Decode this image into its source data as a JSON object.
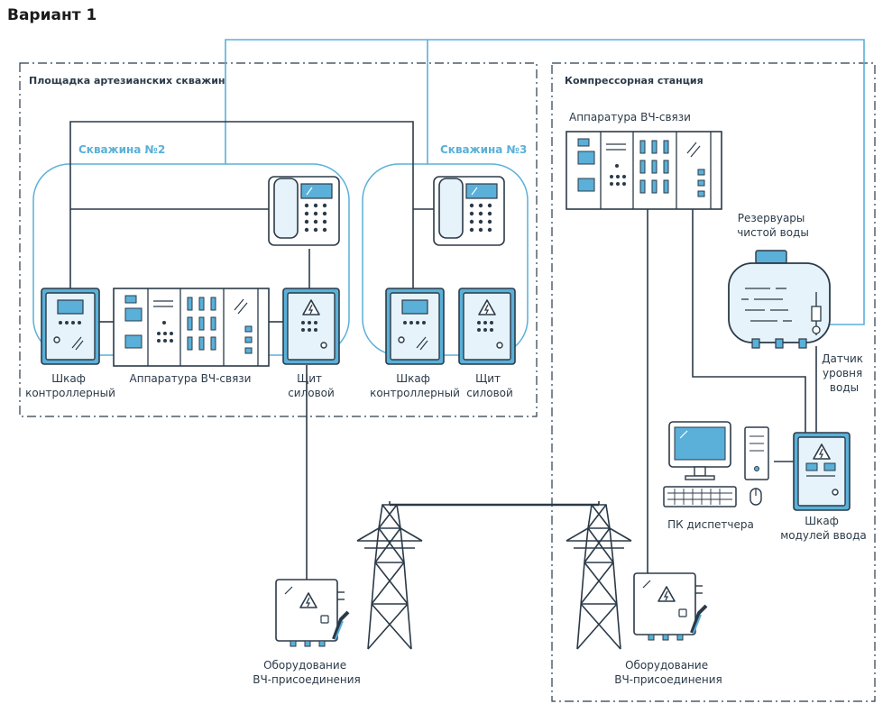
{
  "title": "Вариант 1",
  "zones": {
    "wells_site": "Площадка артезианских скважин",
    "compressor": "Компрессорная станция"
  },
  "wells": {
    "w2": "Скважина №2",
    "w3": "Скважина №3"
  },
  "labels": {
    "cab_ctrl_1": [
      "Шкаф",
      "контроллерный"
    ],
    "hf_equipment_1": "Аппаратура ВЧ-связи",
    "power_panel_1": [
      "Щит",
      "силовой"
    ],
    "cab_ctrl_2": [
      "Шкаф",
      "контроллерный"
    ],
    "power_panel_2": [
      "Щит",
      "силовой"
    ],
    "hf_equipment_2": "Аппаратура ВЧ-связи",
    "reservoirs": [
      "Резервуары",
      "чистой воды"
    ],
    "level_sensor": [
      "Датчик",
      "уровня",
      "воды"
    ],
    "dispatcher_pc": "ПК диспетчера",
    "module_cab": [
      "Шкаф",
      "модулей ввода"
    ],
    "hf_coupling_1": [
      "Оборудование",
      "ВЧ-присоединения"
    ],
    "hf_coupling_2": [
      "Оборудование",
      "ВЧ-присоединения"
    ]
  },
  "colors": {
    "dark": "#2b3a48",
    "dark_blue": "#2a7fb8",
    "light_blue": "#5ab0d8",
    "fill_blue": "#e6f3fa",
    "lcd_blue": "#5ab0d8"
  },
  "icons": [
    "phone-icon",
    "cabinet-icon",
    "power-panel-icon",
    "hf-rack-icon",
    "tank-icon",
    "tower-icon",
    "pc-icon",
    "coupling-icon"
  ]
}
